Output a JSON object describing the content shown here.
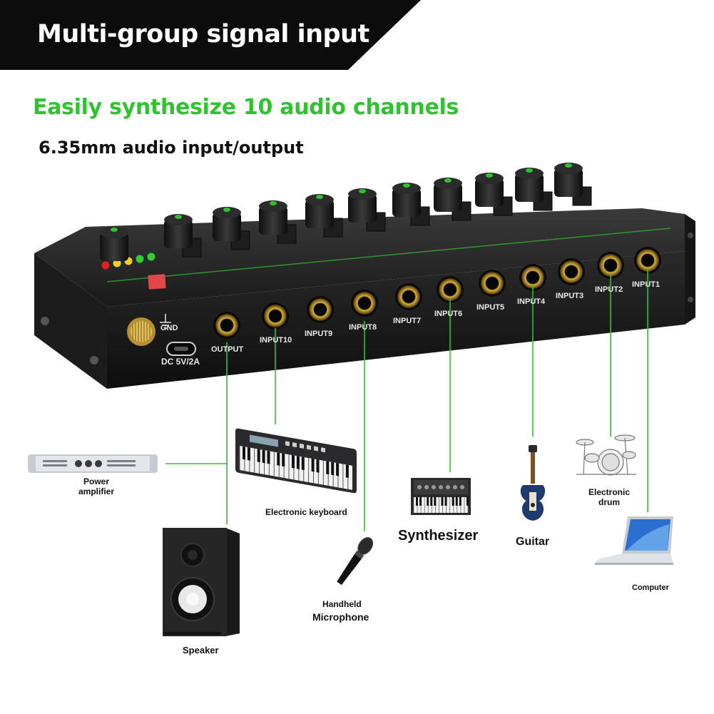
{
  "header": {
    "title": "Multi-group signal input"
  },
  "headline": "Easily synthesize 10 audio channels",
  "subline": "6.35mm audio input/output",
  "device": {
    "power_label": "DC 5V/2A",
    "gnd_label": "GND",
    "jacks": [
      "OUTPUT",
      "INPUT10",
      "INPUT9",
      "INPUT8",
      "INPUT7",
      "INPUT6",
      "INPUT5",
      "INPUT4",
      "INPUT3",
      "INPUT2",
      "INPUT1"
    ],
    "knob_count": 11,
    "led_colors": [
      "#e02020",
      "#f0d020",
      "#f0d020",
      "#30d030",
      "#30d030"
    ],
    "accent_color": "#2fc42f"
  },
  "devices": {
    "power_amplifier": "Power\namplifier",
    "electronic_keyboard": "Electronic keyboard",
    "synthesizer": "Synthesizer",
    "guitar": "Guitar",
    "electronic_drum": "Electronic\ndrum",
    "computer": "Computer",
    "speaker": "Speaker",
    "handheld": "Handheld",
    "microphone": "Microphone"
  }
}
